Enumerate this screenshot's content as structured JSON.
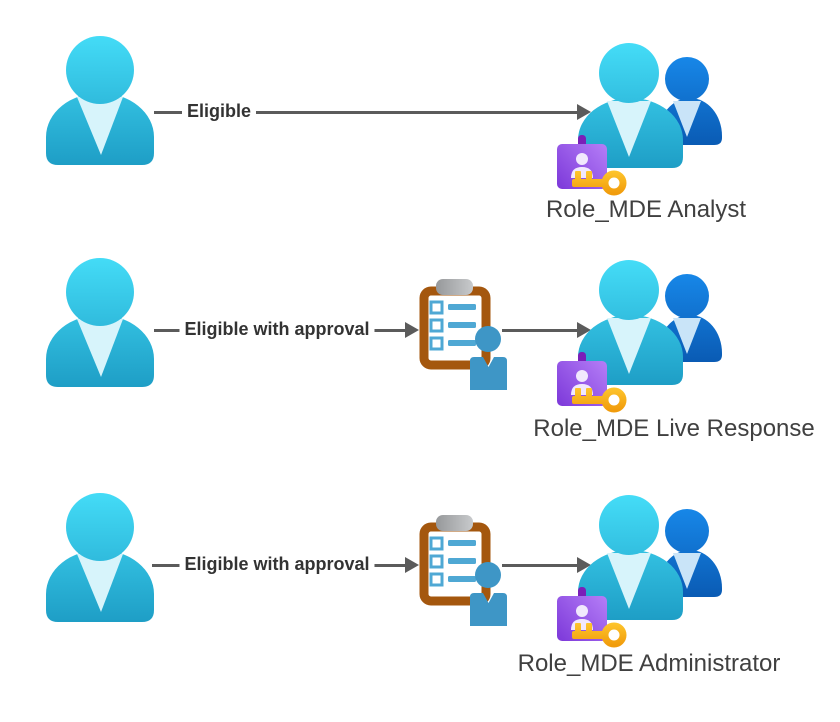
{
  "diagram": {
    "title": "",
    "rows": [
      {
        "name": "analyst",
        "edge_label": "Eligible",
        "approval_required": false,
        "role_label": "Role_MDE Analyst"
      },
      {
        "name": "live-response",
        "edge_label": "Eligible with approval",
        "approval_required": true,
        "role_label": "Role_MDE Live Response"
      },
      {
        "name": "administrator",
        "edge_label": "Eligible with approval",
        "approval_required": true,
        "role_label": "Role_MDE Administrator"
      }
    ],
    "icons": {
      "source": "user-icon",
      "approval": "approval-checklist-icon",
      "target": "user-group-badge-key-icon"
    },
    "colors": {
      "background": "#FFFFFF",
      "user_cyan_top": "#44DCF7",
      "user_cyan_bottom": "#1E9EC6",
      "user_neck_cyan": "#D7F4FB",
      "user_blue_top": "#1787E8",
      "user_blue_bottom": "#0A5BB4",
      "user_neck_blue": "#C9E4F8",
      "badge_purple_light": "#B57EF7",
      "badge_purple_dark": "#7C38D9",
      "badge_tab_purple": "#7A1FB8",
      "key_gold_light": "#FFC930",
      "key_gold_dark": "#F19C0C",
      "clipboard_brown": "#A4570E",
      "clipboard_clip_gray": "#AFB1B3",
      "checklist_blue": "#4FA8D4",
      "approver_blue": "#3E96C6",
      "arrow_gray": "#5B5B5B",
      "edge_label_text": "#333333",
      "role_label_text": "#404040"
    }
  }
}
